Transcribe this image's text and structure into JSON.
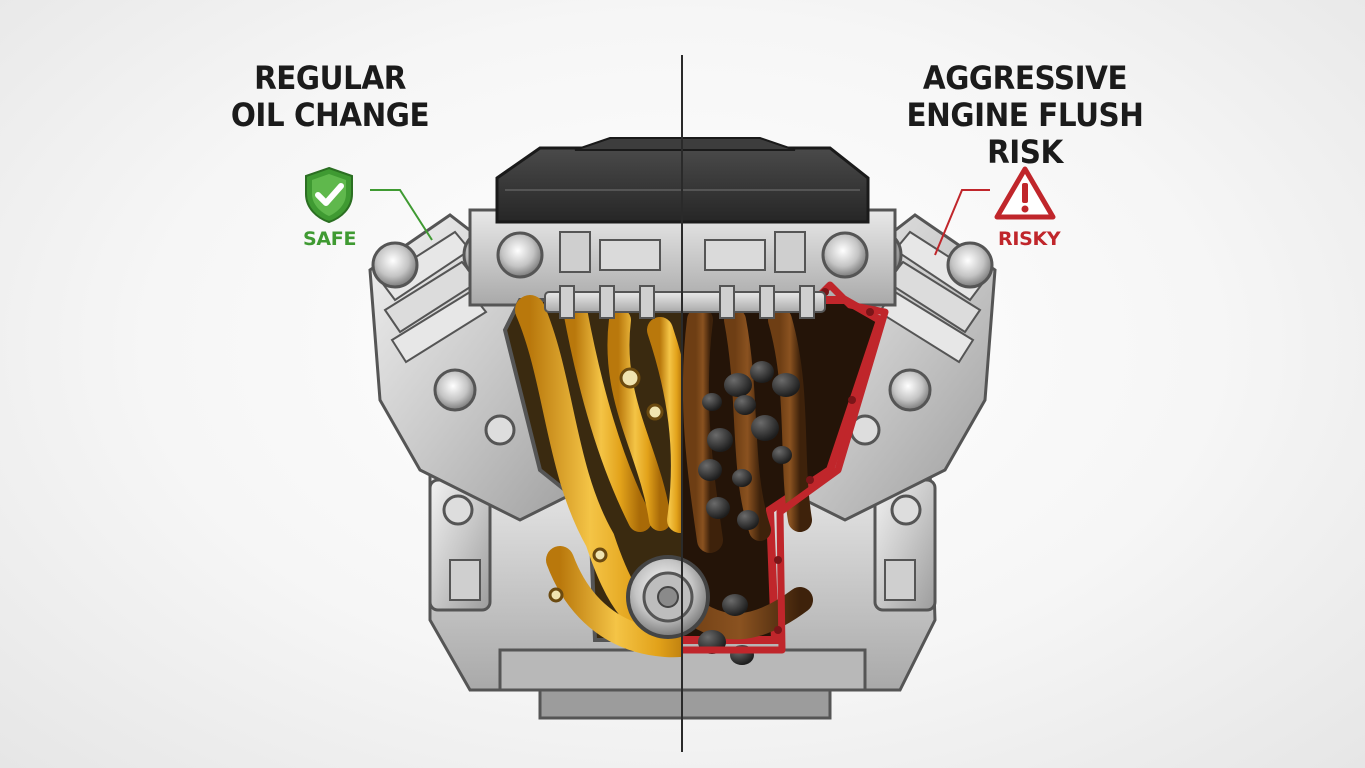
{
  "left_panel": {
    "title_lines": [
      "REGULAR",
      "OIL CHANGE"
    ],
    "status": "SAFE",
    "status_icon": "shield-check-icon",
    "status_color": "#3f9a32"
  },
  "right_panel": {
    "title_lines": [
      "AGGRESSIVE",
      "ENGINE FLUSH RISK"
    ],
    "status": "RISKY",
    "status_icon": "warning-triangle-icon",
    "status_color": "#c0262b"
  },
  "colors": {
    "clean_oil": "#e2a21a",
    "dirty_oil": "#5a3312",
    "sludge": "#2e2e2e",
    "gasket": "#c0262b",
    "engine_metal": "#c9c9c9",
    "engine_cover": "#333333"
  }
}
